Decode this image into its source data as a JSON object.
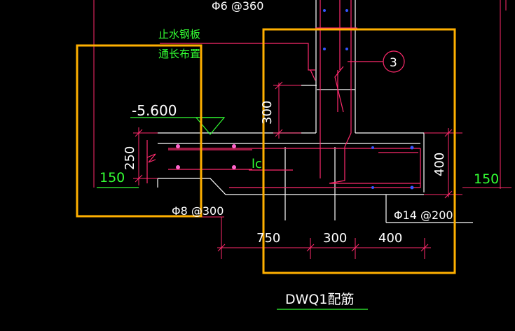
{
  "drawing": {
    "top_rebar_label": "Φ6 @360",
    "waterstop_note_line1": "止水钢板",
    "waterstop_note_line2": "通长布置",
    "elevation": "-5.600",
    "dim_300_vertical": "300",
    "dim_250": "250",
    "dim_150_left": "150",
    "lap_label": "lc",
    "detail_number": "3",
    "dim_400_vertical": "400",
    "dim_150_right": "150",
    "bottom_rebar_left": "Φ8 @300",
    "bottom_rebar_right": "Φ14 @200",
    "dim_750": "750",
    "dim_300_horizontal": "300",
    "dim_400_horizontal": "400",
    "title": "DWQ1配筋"
  },
  "colors": {
    "background": "#000000",
    "outline": "#ffffff",
    "rebar": "#ff2a6d",
    "dimension": "#ff2a6d",
    "dim_text": "#ffffff",
    "annotation": "#33ff33",
    "highlight_box": "#ffb000",
    "rebar_dot_pink": "#ff66cc",
    "rebar_dot_blue": "#3355ff"
  }
}
